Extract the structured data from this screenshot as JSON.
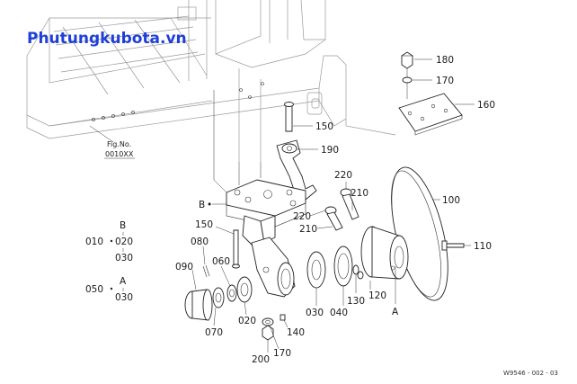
{
  "watermark": "Phutungkubota.vn",
  "figure_ref": {
    "line1": "Fig.No.",
    "line2": "0010XX"
  },
  "drawing_code": "W9546 - 002 - 03",
  "ref_points": {
    "b": "B",
    "a": "A"
  },
  "parts": {
    "p180": "180",
    "p170a": "170",
    "p160": "160",
    "p150a": "150",
    "p190": "190",
    "p220a": "220",
    "p210a": "210",
    "p100": "100",
    "p220b": "220",
    "p210b": "210",
    "p150b": "150",
    "p080": "080",
    "p110": "110",
    "p090": "090",
    "p060": "060",
    "p130": "130",
    "p120": "120",
    "p030a": "030",
    "p040": "040",
    "p020": "020",
    "p070": "070",
    "p140": "140",
    "p200": "200",
    "p170b": "170"
  },
  "assembly_key": {
    "row1_left": "010",
    "row1_top": "B",
    "row1_mid": "020",
    "row1_bot": "030",
    "row2_left": "050",
    "row2_top": "A",
    "row2_bot": "030"
  }
}
